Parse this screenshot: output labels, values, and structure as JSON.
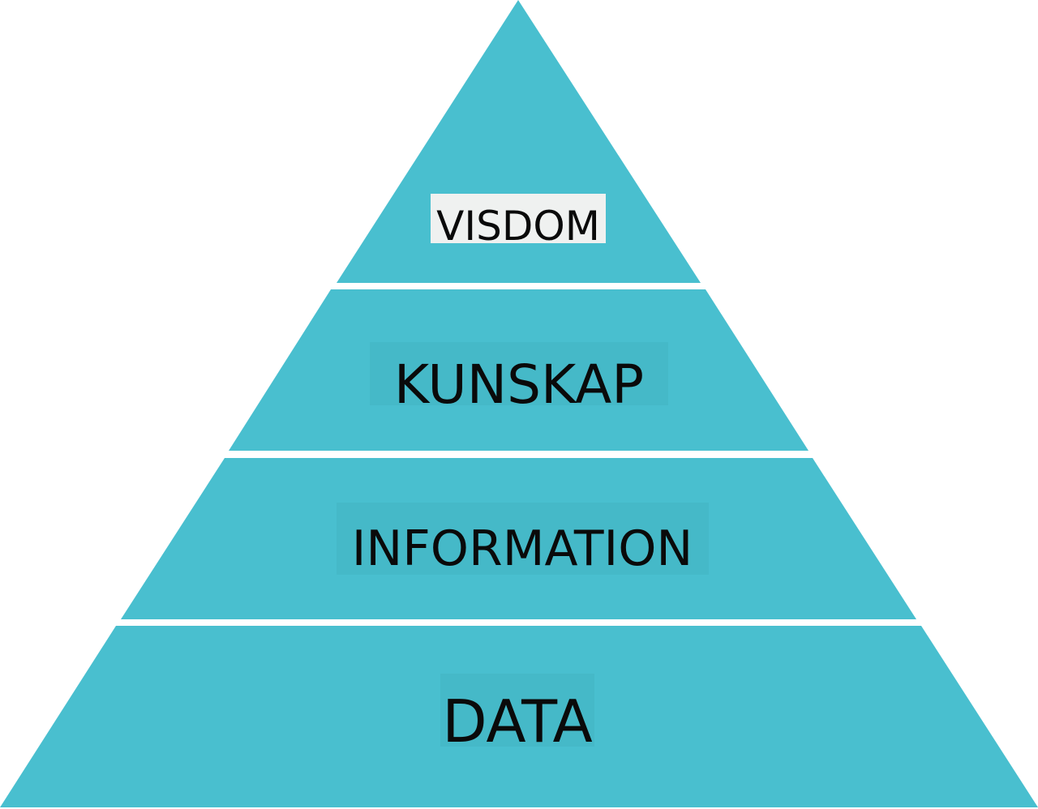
{
  "diagram": {
    "type": "pyramid",
    "fill_color": "#49bfcf",
    "separator_color": "#ffffff",
    "levels": [
      {
        "label": "VISDOM",
        "label_background": "#eff1f0"
      },
      {
        "label": "KUNSKAP",
        "label_background": "#45b9c8"
      },
      {
        "label": "INFORMATION",
        "label_background": "#45b9c8"
      },
      {
        "label": "DATA",
        "label_background": "#45b9c8"
      }
    ]
  }
}
